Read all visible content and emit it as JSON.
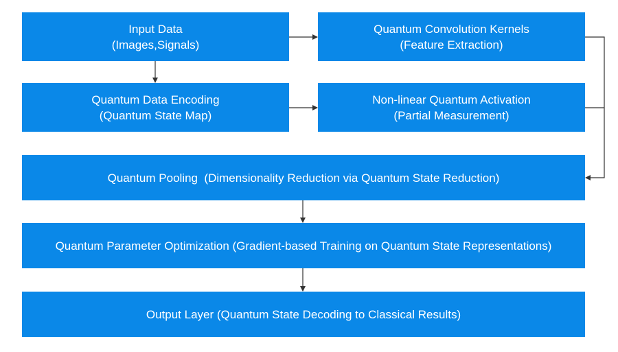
{
  "nodes": {
    "input": {
      "line1": "Input Data",
      "line2": "(Images,Signals)"
    },
    "kernels": {
      "line1": "Quantum Convolution Kernels",
      "line2": "(Feature Extraction)"
    },
    "encoding": {
      "line1": "Quantum Data Encoding",
      "line2": "(Quantum State Map)"
    },
    "activation": {
      "line1": "Non-linear Quantum Activation",
      "line2": "(Partial Measurement)"
    },
    "pooling": {
      "text": "Quantum Pooling  (Dimensionality Reduction via Quantum State Reduction)"
    },
    "optim": {
      "text": "Quantum Parameter Optimization (Gradient-based Training on Quantum State Representations)"
    },
    "output": {
      "text": "Output Layer (Quantum State Decoding to Classical Results)"
    }
  },
  "edges": [
    {
      "from": "input",
      "to": "kernels"
    },
    {
      "from": "input",
      "to": "encoding"
    },
    {
      "from": "encoding",
      "to": "activation"
    },
    {
      "from": "kernels",
      "to": "pooling"
    },
    {
      "from": "activation",
      "to": "pooling"
    },
    {
      "from": "pooling",
      "to": "optim"
    },
    {
      "from": "optim",
      "to": "output"
    }
  ],
  "colors": {
    "node_fill": "#0a88e8",
    "node_text": "#ffffff",
    "edge": "#333333"
  }
}
